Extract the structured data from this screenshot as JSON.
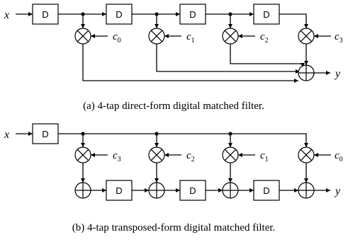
{
  "diagram_a": {
    "input_label": "x",
    "output_label": "y",
    "delay_label": "D",
    "coef_base": "c",
    "coef_subs": [
      "0",
      "1",
      "2",
      "3"
    ],
    "caption": "(a) 4-tap direct-form digital matched filter."
  },
  "diagram_b": {
    "input_label": "x",
    "output_label": "y",
    "delay_label": "D",
    "coef_base": "c",
    "coef_subs": [
      "3",
      "2",
      "1",
      "0"
    ],
    "caption": "(b) 4-tap transposed-form digital matched filter."
  }
}
